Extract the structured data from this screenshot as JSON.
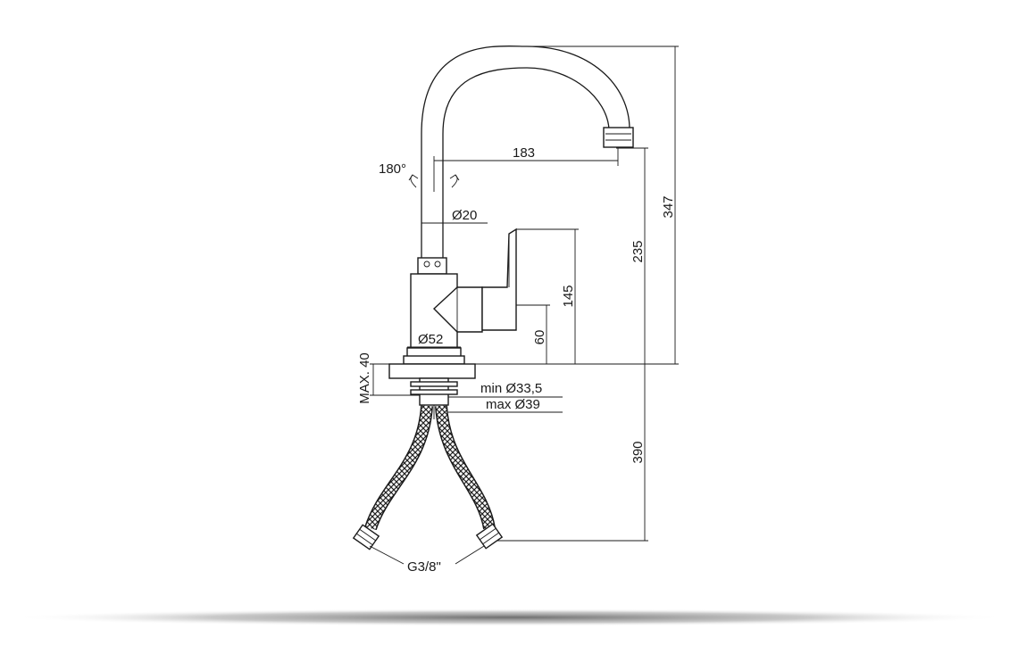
{
  "dimensions": {
    "rotation": "180°",
    "reach": "183",
    "spout_diameter": "Ø20",
    "base_diameter": "Ø52",
    "total_height": "347",
    "spout_height": "235",
    "lever_height": "145",
    "body_height": "60",
    "max_thickness": "MAX. 40",
    "hole_min": "min Ø33,5",
    "hole_max": "max Ø39",
    "hose_length": "390",
    "connection": "G3/8\""
  },
  "colors": {
    "line": "#1a1a1a",
    "background": "#ffffff",
    "shadow": "#6b6b6b"
  }
}
